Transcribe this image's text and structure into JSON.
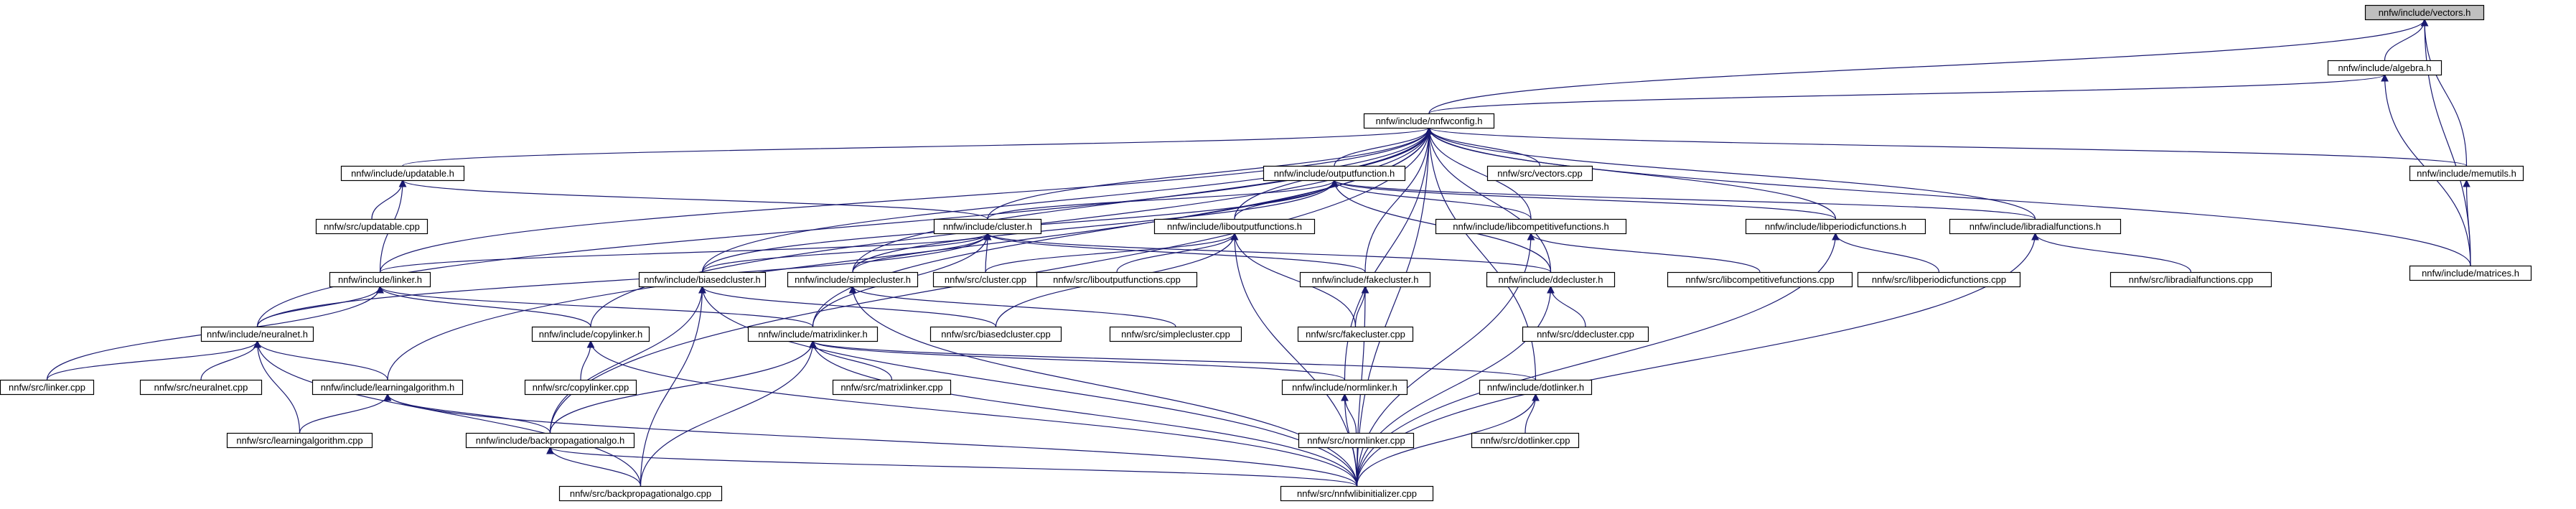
{
  "graph": {
    "root": "vectors",
    "nodes": {
      "vectors": "nnfw/include/vectors.h",
      "algebra": "nnfw/include/algebra.h",
      "nnfwconfig": "nnfw/include/nnfwconfig.h",
      "updatable_h": "nnfw/include/updatable.h",
      "outputfunction_h": "nnfw/include/outputfunction.h",
      "vectors_cpp": "nnfw/src/vectors.cpp",
      "memutils_h": "nnfw/include/memutils.h",
      "updatable_cpp": "nnfw/src/updatable.cpp",
      "cluster_h": "nnfw/include/cluster.h",
      "liboutputfunctions_h": "nnfw/include/liboutputfunctions.h",
      "libcompetitivefunctions_h": "nnfw/include/libcompetitivefunctions.h",
      "libperiodicfunctions_h": "nnfw/include/libperiodicfunctions.h",
      "libradialfunctions_h": "nnfw/include/libradialfunctions.h",
      "matrices_h": "nnfw/include/matrices.h",
      "linker_h": "nnfw/include/linker.h",
      "biasedcluster_h": "nnfw/include/biasedcluster.h",
      "simplecluster_h": "nnfw/include/simplecluster.h",
      "cluster_cpp": "nnfw/src/cluster.cpp",
      "liboutputfunctions_cpp": "nnfw/src/liboutputfunctions.cpp",
      "fakecluster_h": "nnfw/include/fakecluster.h",
      "ddecluster_h": "nnfw/include/ddecluster.h",
      "libcompetitivefunctions_cpp": "nnfw/src/libcompetitivefunctions.cpp",
      "libperiodicfunctions_cpp": "nnfw/src/libperiodicfunctions.cpp",
      "libradialfunctions_cpp": "nnfw/src/libradialfunctions.cpp",
      "neuralnet_h": "nnfw/include/neuralnet.h",
      "copylinker_h": "nnfw/include/copylinker.h",
      "matrixlinker_h": "nnfw/include/matrixlinker.h",
      "biasedcluster_cpp": "nnfw/src/biasedcluster.cpp",
      "simplecluster_cpp": "nnfw/src/simplecluster.cpp",
      "fakecluster_cpp": "nnfw/src/fakecluster.cpp",
      "ddecluster_cpp": "nnfw/src/ddecluster.cpp",
      "linker_cpp": "nnfw/src/linker.cpp",
      "neuralnet_cpp": "nnfw/src/neuralnet.cpp",
      "learningalgorithm_h": "nnfw/include/learningalgorithm.h",
      "copylinker_cpp": "nnfw/src/copylinker.cpp",
      "matrixlinker_cpp": "nnfw/src/matrixlinker.cpp",
      "normlinker_h": "nnfw/include/normlinker.h",
      "dotlinker_h": "nnfw/include/dotlinker.h",
      "learningalgorithm_cpp": "nnfw/src/learningalgorithm.cpp",
      "backpropagationalgo_h": "nnfw/include/backpropagationalgo.h",
      "normlinker_cpp": "nnfw/src/normlinker.cpp",
      "dotlinker_cpp": "nnfw/src/dotlinker.cpp",
      "backpropagationalgo_cpp": "nnfw/src/backpropagationalgo.cpp",
      "nnfwlibinitializer_cpp": "nnfw/src/nnfwlibinitializer.cpp"
    },
    "edges": [
      [
        "algebra",
        "vectors"
      ],
      [
        "nnfwconfig",
        "vectors"
      ],
      [
        "memutils_h",
        "vectors"
      ],
      [
        "matrices_h",
        "vectors"
      ],
      [
        "nnfwconfig",
        "algebra"
      ],
      [
        "matrices_h",
        "algebra"
      ],
      [
        "updatable_h",
        "nnfwconfig"
      ],
      [
        "outputfunction_h",
        "nnfwconfig"
      ],
      [
        "vectors_cpp",
        "nnfwconfig"
      ],
      [
        "memutils_h",
        "nnfwconfig"
      ],
      [
        "cluster_h",
        "nnfwconfig"
      ],
      [
        "liboutputfunctions_h",
        "nnfwconfig"
      ],
      [
        "libcompetitivefunctions_h",
        "nnfwconfig"
      ],
      [
        "libperiodicfunctions_h",
        "nnfwconfig"
      ],
      [
        "libradialfunctions_h",
        "nnfwconfig"
      ],
      [
        "matrices_h",
        "nnfwconfig"
      ],
      [
        "linker_h",
        "nnfwconfig"
      ],
      [
        "biasedcluster_h",
        "nnfwconfig"
      ],
      [
        "simplecluster_h",
        "nnfwconfig"
      ],
      [
        "fakecluster_h",
        "nnfwconfig"
      ],
      [
        "ddecluster_h",
        "nnfwconfig"
      ],
      [
        "neuralnet_h",
        "nnfwconfig"
      ],
      [
        "copylinker_h",
        "nnfwconfig"
      ],
      [
        "matrixlinker_h",
        "nnfwconfig"
      ],
      [
        "learningalgorithm_h",
        "nnfwconfig"
      ],
      [
        "normlinker_h",
        "nnfwconfig"
      ],
      [
        "dotlinker_h",
        "nnfwconfig"
      ],
      [
        "backpropagationalgo_h",
        "nnfwconfig"
      ],
      [
        "nnfwlibinitializer_cpp",
        "nnfwconfig"
      ],
      [
        "updatable_cpp",
        "updatable_h"
      ],
      [
        "cluster_h",
        "updatable_h"
      ],
      [
        "linker_h",
        "updatable_h"
      ],
      [
        "cluster_h",
        "outputfunction_h"
      ],
      [
        "liboutputfunctions_h",
        "outputfunction_h"
      ],
      [
        "libcompetitivefunctions_h",
        "outputfunction_h"
      ],
      [
        "libperiodicfunctions_h",
        "outputfunction_h"
      ],
      [
        "libradialfunctions_h",
        "outputfunction_h"
      ],
      [
        "biasedcluster_h",
        "outputfunction_h"
      ],
      [
        "simplecluster_h",
        "outputfunction_h"
      ],
      [
        "ddecluster_h",
        "outputfunction_h"
      ],
      [
        "matrices_h",
        "memutils_h"
      ],
      [
        "linker_h",
        "cluster_h"
      ],
      [
        "biasedcluster_h",
        "cluster_h"
      ],
      [
        "simplecluster_h",
        "cluster_h"
      ],
      [
        "cluster_cpp",
        "cluster_h"
      ],
      [
        "fakecluster_h",
        "cluster_h"
      ],
      [
        "ddecluster_h",
        "cluster_h"
      ],
      [
        "neuralnet_h",
        "cluster_h"
      ],
      [
        "matrixlinker_h",
        "cluster_h"
      ],
      [
        "cluster_cpp",
        "liboutputfunctions_h"
      ],
      [
        "liboutputfunctions_cpp",
        "liboutputfunctions_h"
      ],
      [
        "fakecluster_cpp",
        "liboutputfunctions_h"
      ],
      [
        "biasedcluster_cpp",
        "liboutputfunctions_h"
      ],
      [
        "nnfwlibinitializer_cpp",
        "liboutputfunctions_h"
      ],
      [
        "libcompetitivefunctions_cpp",
        "libcompetitivefunctions_h"
      ],
      [
        "nnfwlibinitializer_cpp",
        "libcompetitivefunctions_h"
      ],
      [
        "libperiodicfunctions_cpp",
        "libperiodicfunctions_h"
      ],
      [
        "nnfwlibinitializer_cpp",
        "libperiodicfunctions_h"
      ],
      [
        "libradialfunctions_cpp",
        "libradialfunctions_h"
      ],
      [
        "nnfwlibinitializer_cpp",
        "libradialfunctions_h"
      ],
      [
        "copylinker_h",
        "linker_h"
      ],
      [
        "matrixlinker_h",
        "linker_h"
      ],
      [
        "neuralnet_h",
        "linker_h"
      ],
      [
        "linker_cpp",
        "linker_h"
      ],
      [
        "biasedcluster_cpp",
        "biasedcluster_h"
      ],
      [
        "backpropagationalgo_h",
        "biasedcluster_h"
      ],
      [
        "backpropagationalgo_cpp",
        "biasedcluster_h"
      ],
      [
        "nnfwlibinitializer_cpp",
        "biasedcluster_h"
      ],
      [
        "simplecluster_cpp",
        "simplecluster_h"
      ],
      [
        "nnfwlibinitializer_cpp",
        "simplecluster_h"
      ],
      [
        "fakecluster_cpp",
        "fakecluster_h"
      ],
      [
        "nnfwlibinitializer_cpp",
        "fakecluster_h"
      ],
      [
        "ddecluster_cpp",
        "ddecluster_h"
      ],
      [
        "nnfwlibinitializer_cpp",
        "ddecluster_h"
      ],
      [
        "neuralnet_cpp",
        "neuralnet_h"
      ],
      [
        "learningalgorithm_h",
        "neuralnet_h"
      ],
      [
        "learningalgorithm_cpp",
        "neuralnet_h"
      ],
      [
        "backpropagationalgo_cpp",
        "neuralnet_h"
      ],
      [
        "linker_cpp",
        "neuralnet_h"
      ],
      [
        "copylinker_cpp",
        "copylinker_h"
      ],
      [
        "nnfwlibinitializer_cpp",
        "copylinker_h"
      ],
      [
        "matrixlinker_cpp",
        "matrixlinker_h"
      ],
      [
        "normlinker_h",
        "matrixlinker_h"
      ],
      [
        "dotlinker_h",
        "matrixlinker_h"
      ],
      [
        "backpropagationalgo_h",
        "matrixlinker_h"
      ],
      [
        "backpropagationalgo_cpp",
        "matrixlinker_h"
      ],
      [
        "nnfwlibinitializer_cpp",
        "matrixlinker_h"
      ],
      [
        "learningalgorithm_cpp",
        "learningalgorithm_h"
      ],
      [
        "backpropagationalgo_h",
        "learningalgorithm_h"
      ],
      [
        "nnfwlibinitializer_cpp",
        "learningalgorithm_h"
      ],
      [
        "normlinker_cpp",
        "normlinker_h"
      ],
      [
        "nnfwlibinitializer_cpp",
        "normlinker_h"
      ],
      [
        "dotlinker_cpp",
        "dotlinker_h"
      ],
      [
        "nnfwlibinitializer_cpp",
        "dotlinker_h"
      ],
      [
        "backpropagationalgo_cpp",
        "backpropagationalgo_h"
      ],
      [
        "nnfwlibinitializer_cpp",
        "backpropagationalgo_h"
      ]
    ]
  }
}
